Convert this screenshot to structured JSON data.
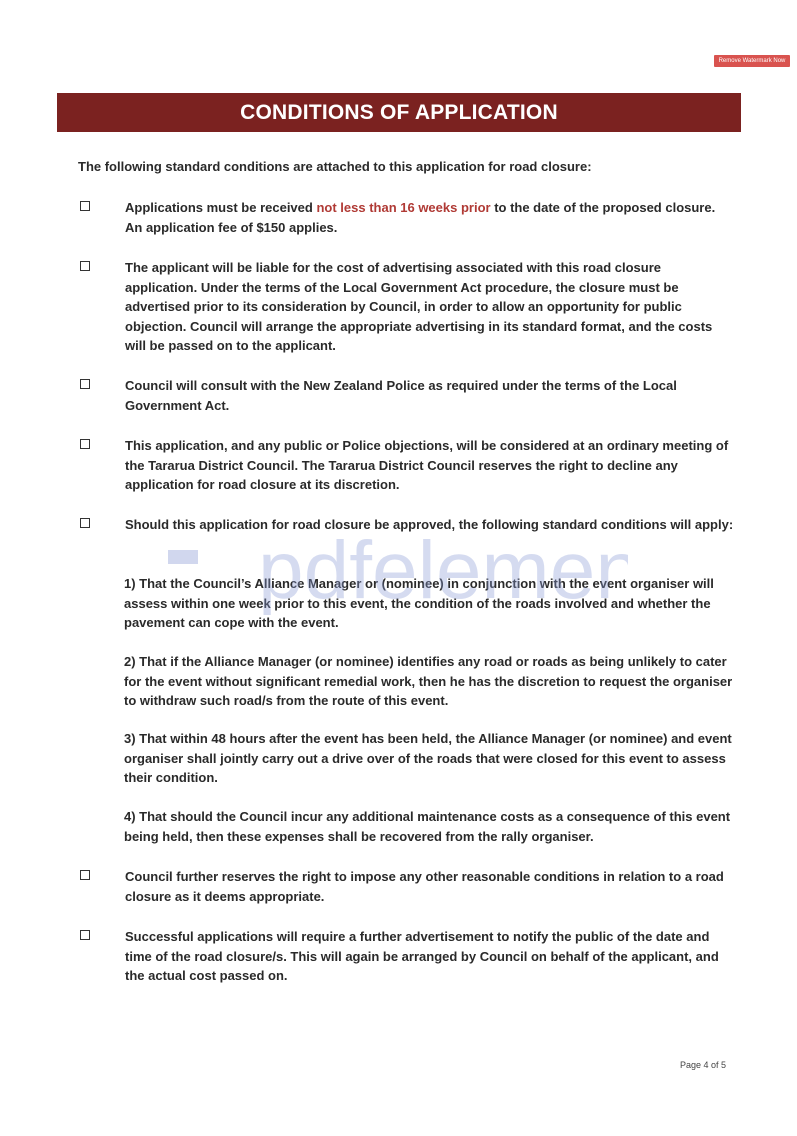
{
  "watermark_button": "Remove Watermark Now",
  "banner_title": "CONDITIONS OF APPLICATION",
  "intro": "The following standard conditions are attached to this application for road closure:",
  "items": [
    {
      "pre": "Applications must be received ",
      "highlight": "not less than 16 weeks prior",
      "post": " to the date of the proposed closure. An application fee of $150 applies."
    },
    {
      "text": "The applicant will be liable for the cost of advertising associated with this road closure application. Under the terms of the Local Government Act procedure, the closure must be advertised prior to its consideration by Council, in order to allow an opportunity for public objection. Council will arrange the appropriate advertising in its standard format, and the costs will be passed on to the applicant."
    },
    {
      "text": "Council will consult with the New Zealand Police as required under the terms of the Local Government Act."
    },
    {
      "text": "This application, and any public or Police objections, will be considered at an ordinary meeting of the Tararua District Council. The Tararua District Council reserves the right to decline any application for road closure at its discretion."
    },
    {
      "text": "Should this application for road closure be approved, the following standard conditions will apply:"
    },
    {
      "text": "Council further reserves the right to impose any other reasonable conditions in relation to a road closure as it deems appropriate."
    },
    {
      "text": "Successful applications will require a further advertisement to notify the public of the date and time of the road closure/s. This will again be arranged by Council on behalf of the applicant, and the actual cost passed on."
    }
  ],
  "sub_conditions": [
    "1) That the Council’s Alliance Manager or (nominee)  in conjunction with the event organiser will assess within one week prior to this event, the condition of the roads involved and whether the pavement can cope with the event.",
    "2) That if the Alliance Manager (or nominee) identifies any road or roads as being unlikely to cater for the event without significant remedial work, then he has the discretion to request the organiser to withdraw such road/s from the route of this event.",
    "3) That within 48 hours after the event has been held, the Alliance Manager (or nominee) and event organiser shall jointly carry out a drive over of the roads that were closed for this event to assess their condition.",
    "4) That should the Council incur any additional maintenance costs as a consequence of this event being held, then these expenses shall be recovered from the rally organiser."
  ],
  "watermark_text": "pdfelement",
  "page_number": "Page 4 of 5",
  "colors": {
    "banner": "#7b2220",
    "highlight": "#b03a35",
    "watermark_button": "#d9534f"
  }
}
